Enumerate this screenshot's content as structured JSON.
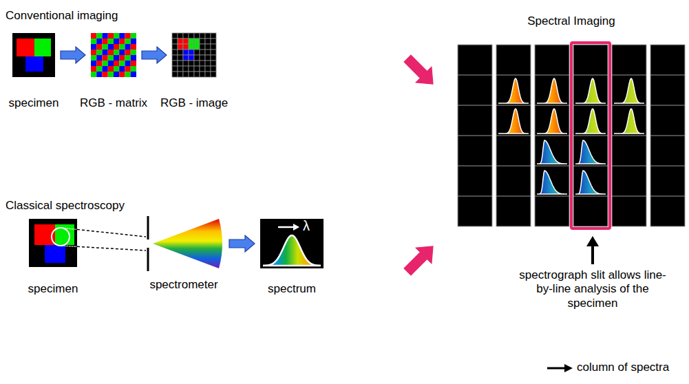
{
  "diagram": {
    "nodes": [
      {
        "text": [
          "specimen"
        ]
      },
      {
        "text": [
          "RGB - matrix"
        ]
      },
      {
        "text": [
          "RGB - image"
        ]
      },
      {
        "text": [
          "specimen"
        ]
      },
      {
        "text": [
          "spectrometer"
        ]
      },
      {
        "text": [
          "λ",
          "spectrum"
        ]
      },
      {
        "text": [
          "Spectral Imaging"
        ]
      }
    ],
    "edges": [
      {
        "from": 0,
        "to": 1,
        "arrow": "to"
      },
      {
        "from": 1,
        "to": 2,
        "arrow": "to"
      },
      {
        "from": 2,
        "to": 6,
        "arrow": "to"
      },
      {
        "from": 3,
        "to": 4,
        "arrow": "none"
      },
      {
        "from": 4,
        "to": 5,
        "arrow": "to"
      },
      {
        "from": 5,
        "to": 6,
        "arrow": "to"
      }
    ],
    "labels": [
      "Conventional imaging",
      "Classical spectroscopy",
      "spectrograph slit allows line-by-line analysis of the specimen"
    ],
    "legend": [
      {
        "text": "column of spectra"
      }
    ]
  }
}
